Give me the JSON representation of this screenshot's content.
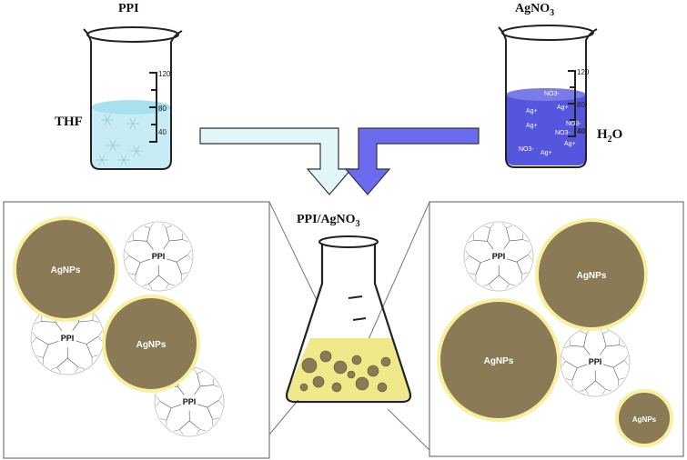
{
  "beaker_left": {
    "title": "PPI",
    "solvent": "THF",
    "scale": [
      "120",
      "80",
      "40"
    ],
    "liquid_color": "#c8ecf5"
  },
  "beaker_right": {
    "title_main": "AgNO",
    "title_sub": "3",
    "solvent_main": "H",
    "solvent_sub": "2",
    "solvent_tail": "O",
    "scale": [
      "120",
      "80",
      "40"
    ],
    "ions": [
      "NO3-",
      "Ag+",
      "Ag+",
      "NO3-",
      "Ag+",
      "NO3-",
      "NO3-",
      "Ag+",
      "Ag+"
    ],
    "liquid_color": "#5555dd"
  },
  "arrows": {
    "left_color": "#e2f5f8",
    "right_color": "#6b6bf0"
  },
  "flask": {
    "title_main": "PPI/AgNO",
    "title_sub": "3",
    "liquid_color": "#f0e98a"
  },
  "panel_left": {
    "particles": [
      {
        "label": "AgNPs"
      },
      {
        "label": "AgNPs"
      }
    ],
    "dendrimers": [
      {
        "label": "PPI"
      },
      {
        "label": "PPI"
      },
      {
        "label": "PPI"
      }
    ]
  },
  "panel_right": {
    "particles": [
      {
        "label": "AgNPs"
      },
      {
        "label": "AgNPs"
      },
      {
        "label": "AgNPs"
      }
    ],
    "dendrimers": [
      {
        "label": "PPI"
      },
      {
        "label": "PPI"
      }
    ]
  },
  "colors": {
    "agnp_fill": "#8a7a55",
    "agnp_ring": "#f7f0a0",
    "panel_border": "#777777"
  }
}
